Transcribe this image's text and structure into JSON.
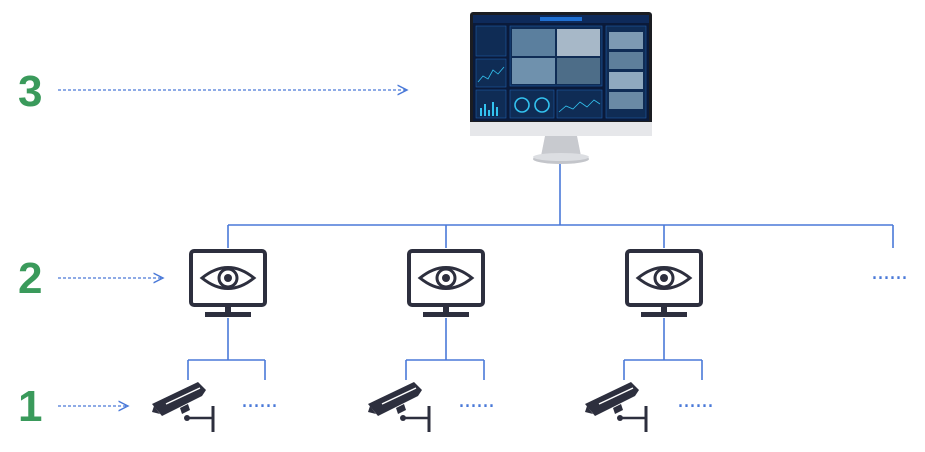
{
  "levels": [
    {
      "label": "3"
    },
    {
      "label": "2"
    },
    {
      "label": "1"
    }
  ],
  "more_indicator": "......",
  "icons": {
    "workstation": "desktop-monitor-icon",
    "monitor": "eye-monitor-icon",
    "camera": "cctv-camera-icon"
  },
  "colors": {
    "level_label": "#3a9a5b",
    "connector": "#4a79d8",
    "icon_stroke": "#2d2f3e"
  }
}
